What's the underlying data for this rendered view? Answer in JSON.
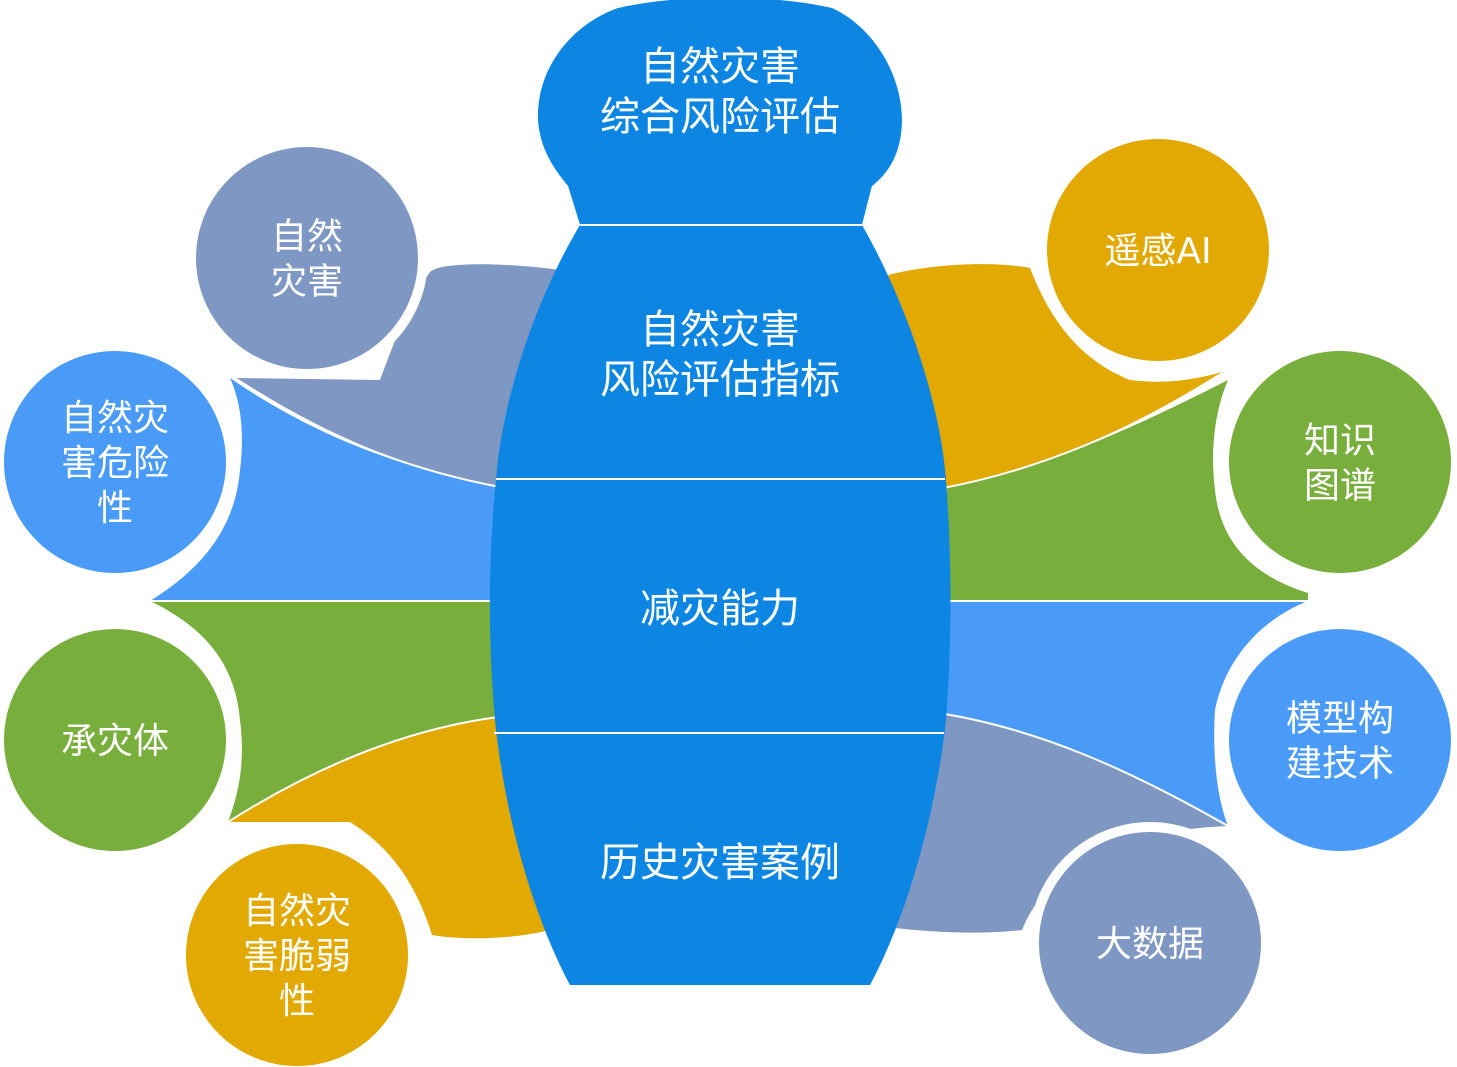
{
  "colors": {
    "center_blue": "#0C86E2",
    "steel": "#7F97C3",
    "light_blue": "#4A9BF8",
    "green": "#78AE3C",
    "gold": "#E1A902",
    "text": "#FFFFFF"
  },
  "center": {
    "top": {
      "line1": "自然灾害",
      "line2": "综合风险评估"
    },
    "section1": {
      "line1": "自然灾害",
      "line2": "风险评估指标"
    },
    "section2": {
      "line1": "减灾能力"
    },
    "section3": {
      "line1": "历史灾害案例"
    }
  },
  "left_circles": [
    {
      "lines": [
        "自然",
        "灾害"
      ],
      "color": "steel"
    },
    {
      "lines": [
        "自然灾",
        "害危险",
        "性"
      ],
      "color": "light_blue"
    },
    {
      "lines": [
        "承灾体"
      ],
      "color": "green"
    },
    {
      "lines": [
        "自然灾",
        "害脆弱",
        "性"
      ],
      "color": "gold"
    }
  ],
  "right_circles": [
    {
      "lines": [
        "遥感AI"
      ],
      "color": "gold"
    },
    {
      "lines": [
        "知识",
        "图谱"
      ],
      "color": "green"
    },
    {
      "lines": [
        "模型构",
        "建技术"
      ],
      "color": "light_blue"
    },
    {
      "lines": [
        "大数据"
      ],
      "color": "steel"
    }
  ]
}
